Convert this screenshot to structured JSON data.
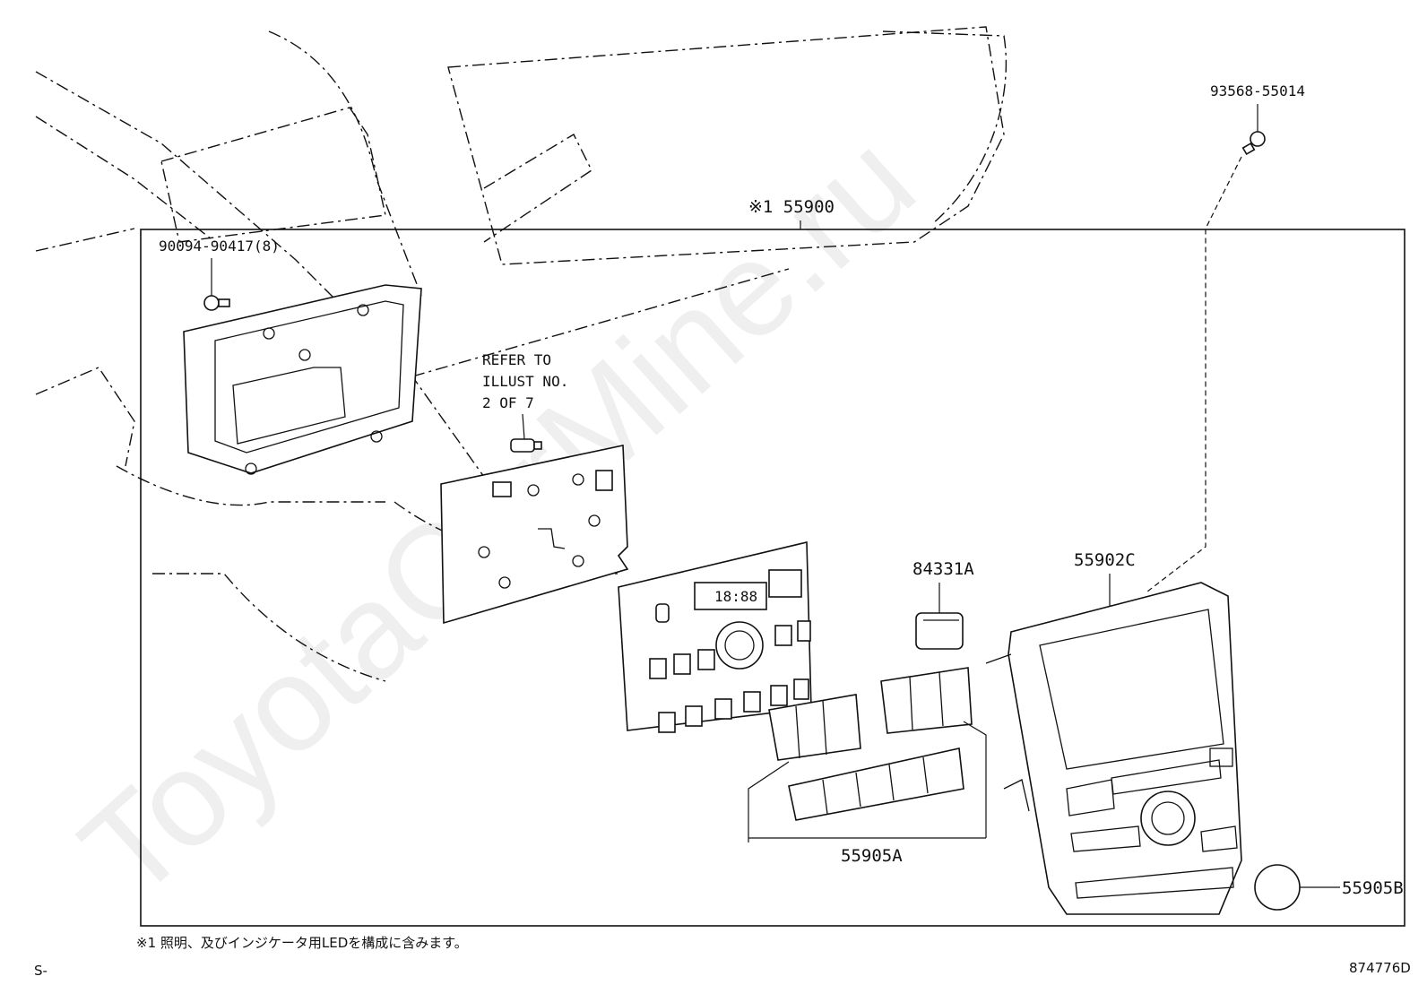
{
  "watermark": "ToyotaCarMine.ru",
  "assembly_label": "※1 55900",
  "callouts": {
    "screw": "90094-90417(8)",
    "bolt": "93568-55014",
    "refer_line1": "REFER TO",
    "refer_line2": "ILLUST NO.",
    "refer_line3": "2 OF 7",
    "knob": "84331A",
    "bezel": "55902C",
    "switches": "55905A",
    "cap": "55905B"
  },
  "display_text": "18:88",
  "footnote": "※1 照明、及びインジケータ用LEDを構成に含みます。",
  "corner_left": "S-",
  "figure_id": "874776D"
}
